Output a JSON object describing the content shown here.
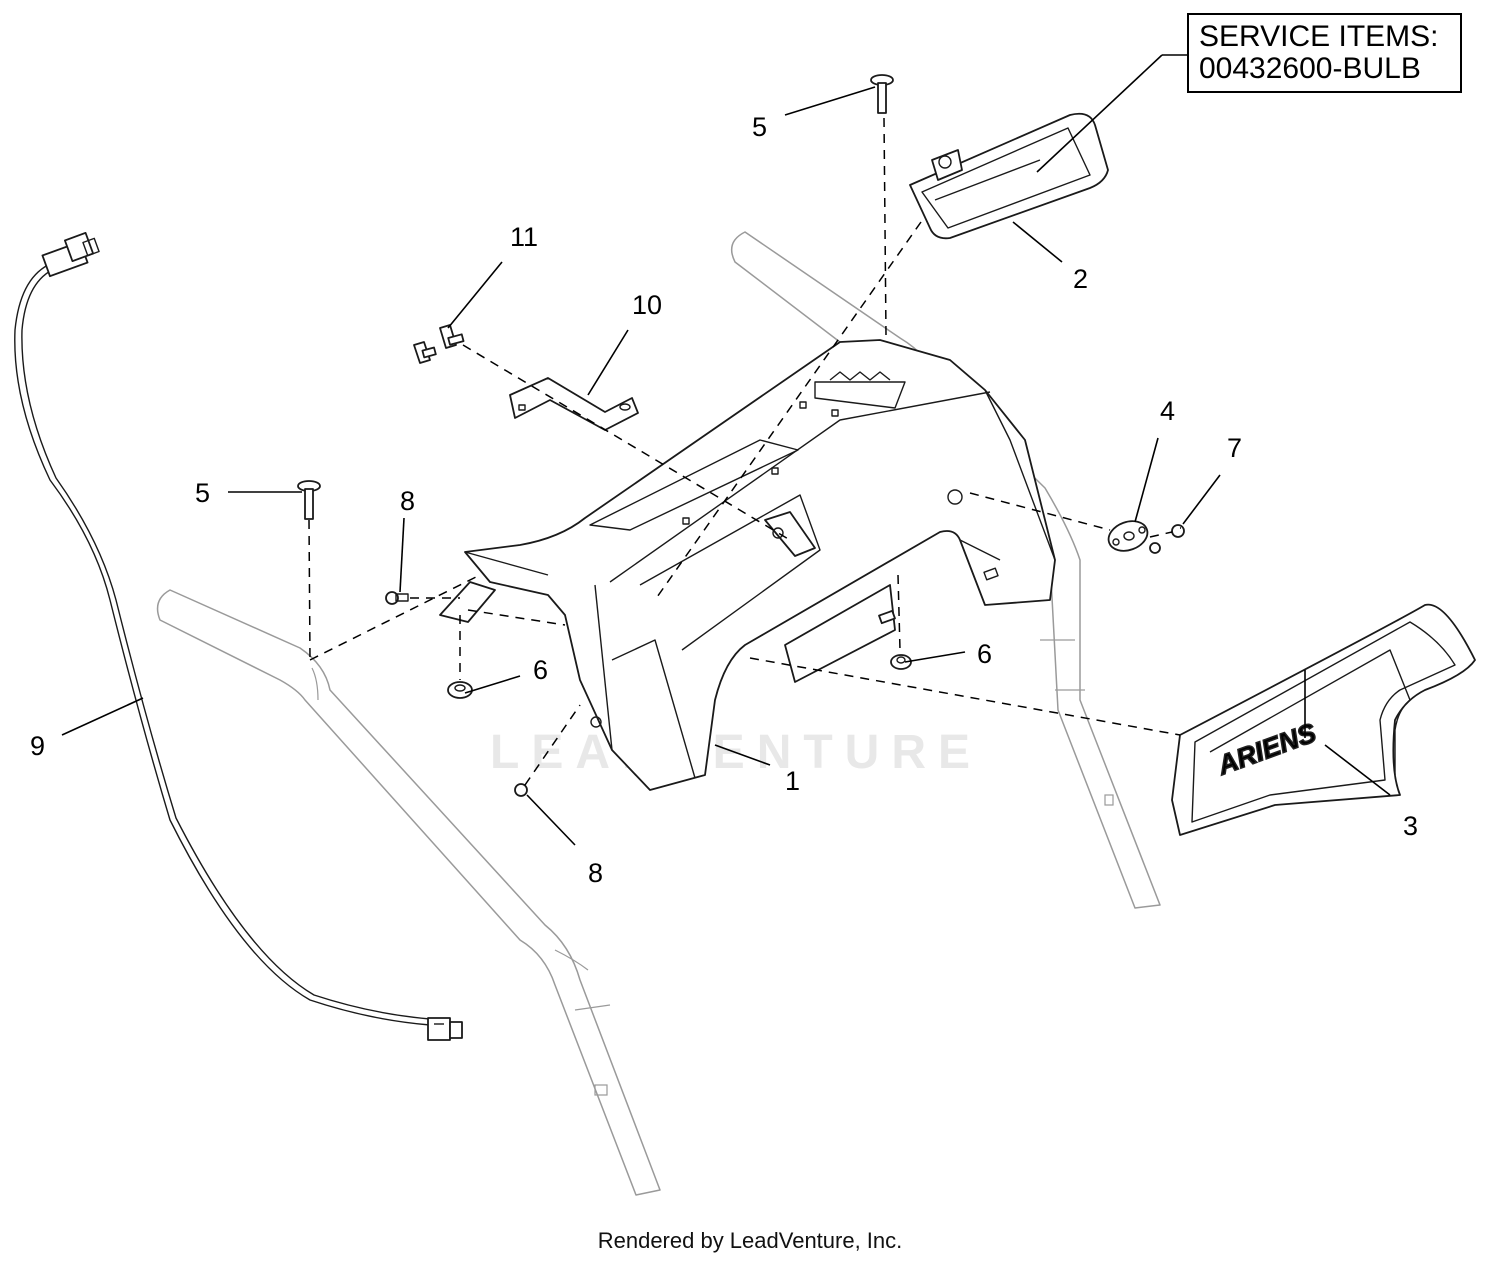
{
  "service_box": {
    "line1": "SERVICE ITEMS:",
    "line2": "00432600-BULB"
  },
  "callouts": {
    "c1": "1",
    "c2": "2",
    "c3": "3",
    "c4": "4",
    "c5a": "5",
    "c5b": "5",
    "c6a": "6",
    "c6b": "6",
    "c7": "7",
    "c8a": "8",
    "c8b": "8",
    "c9": "9",
    "c10": "10",
    "c11": "11"
  },
  "logo_text": "ARIENS",
  "watermark": "LEADVENTURE",
  "footer": "Rendered by LeadVenture, Inc."
}
